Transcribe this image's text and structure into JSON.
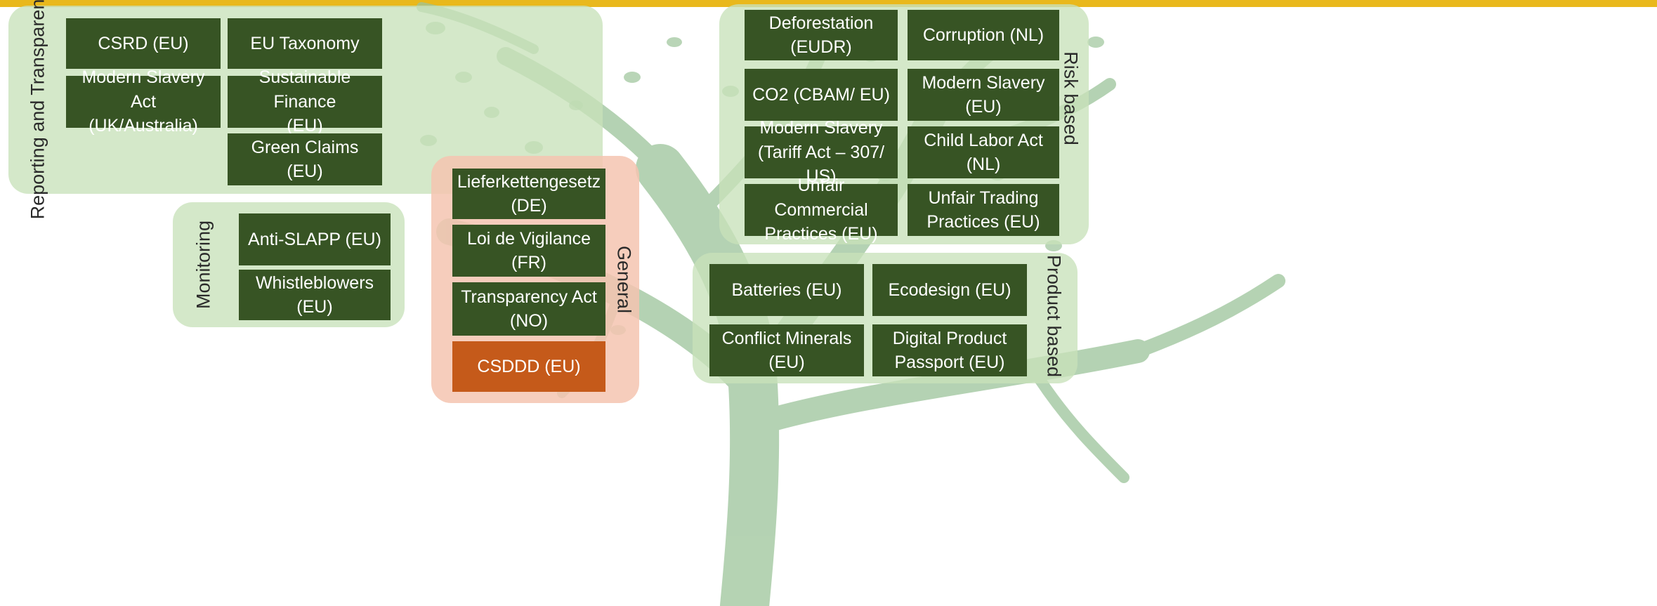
{
  "groups": {
    "reporting": "Reporting and Transparency",
    "monitoring": "Monitoring",
    "general": "General",
    "risk": "Risk based",
    "product": "Product based"
  },
  "laws": {
    "csrd": "CSRD (EU)",
    "taxonomy": "EU Taxonomy",
    "modern_slavery_act": "Modern Slavery Act\n(UK/Australia)",
    "sustainable_finance": "Sustainable Finance\n(EU)",
    "green_claims": "Green Claims (EU)",
    "anti_slapp": "Anti-SLAPP (EU)",
    "whistleblowers": "Whistleblowers (EU)",
    "lieferkettengesetz": "Lieferkettengesetz\n(DE)",
    "loi_vigilance": "Loi de Vigilance\n(FR)",
    "transparency_act": "Transparency Act (NO)",
    "csddd": "CSDDD (EU)",
    "deforestation": "Deforestation (EUDR)",
    "corruption": "Corruption (NL)",
    "co2": "CO2 (CBAM/ EU)",
    "modern_slavery_eu": "Modern Slavery (EU)",
    "modern_slavery_us": "Modern Slavery\n(Tariff Act – 307/ US)",
    "child_labor": "Child Labor Act\n(NL)",
    "unfair_commercial": "Unfair Commercial\nPractices (EU)",
    "unfair_trading": "Unfair Trading\nPractices (EU)",
    "batteries": "Batteries (EU)",
    "ecodesign": "Ecodesign (EU)",
    "conflict_minerals": "Conflict Minerals (EU)",
    "digital_passport": "Digital Product\nPassport (EU)"
  },
  "colors": {
    "box": "#375424",
    "highlight": "#c55a1a",
    "group_green": "#c8e2ba",
    "group_orange": "#f4c4b0",
    "top_bar": "#e9b81c"
  }
}
